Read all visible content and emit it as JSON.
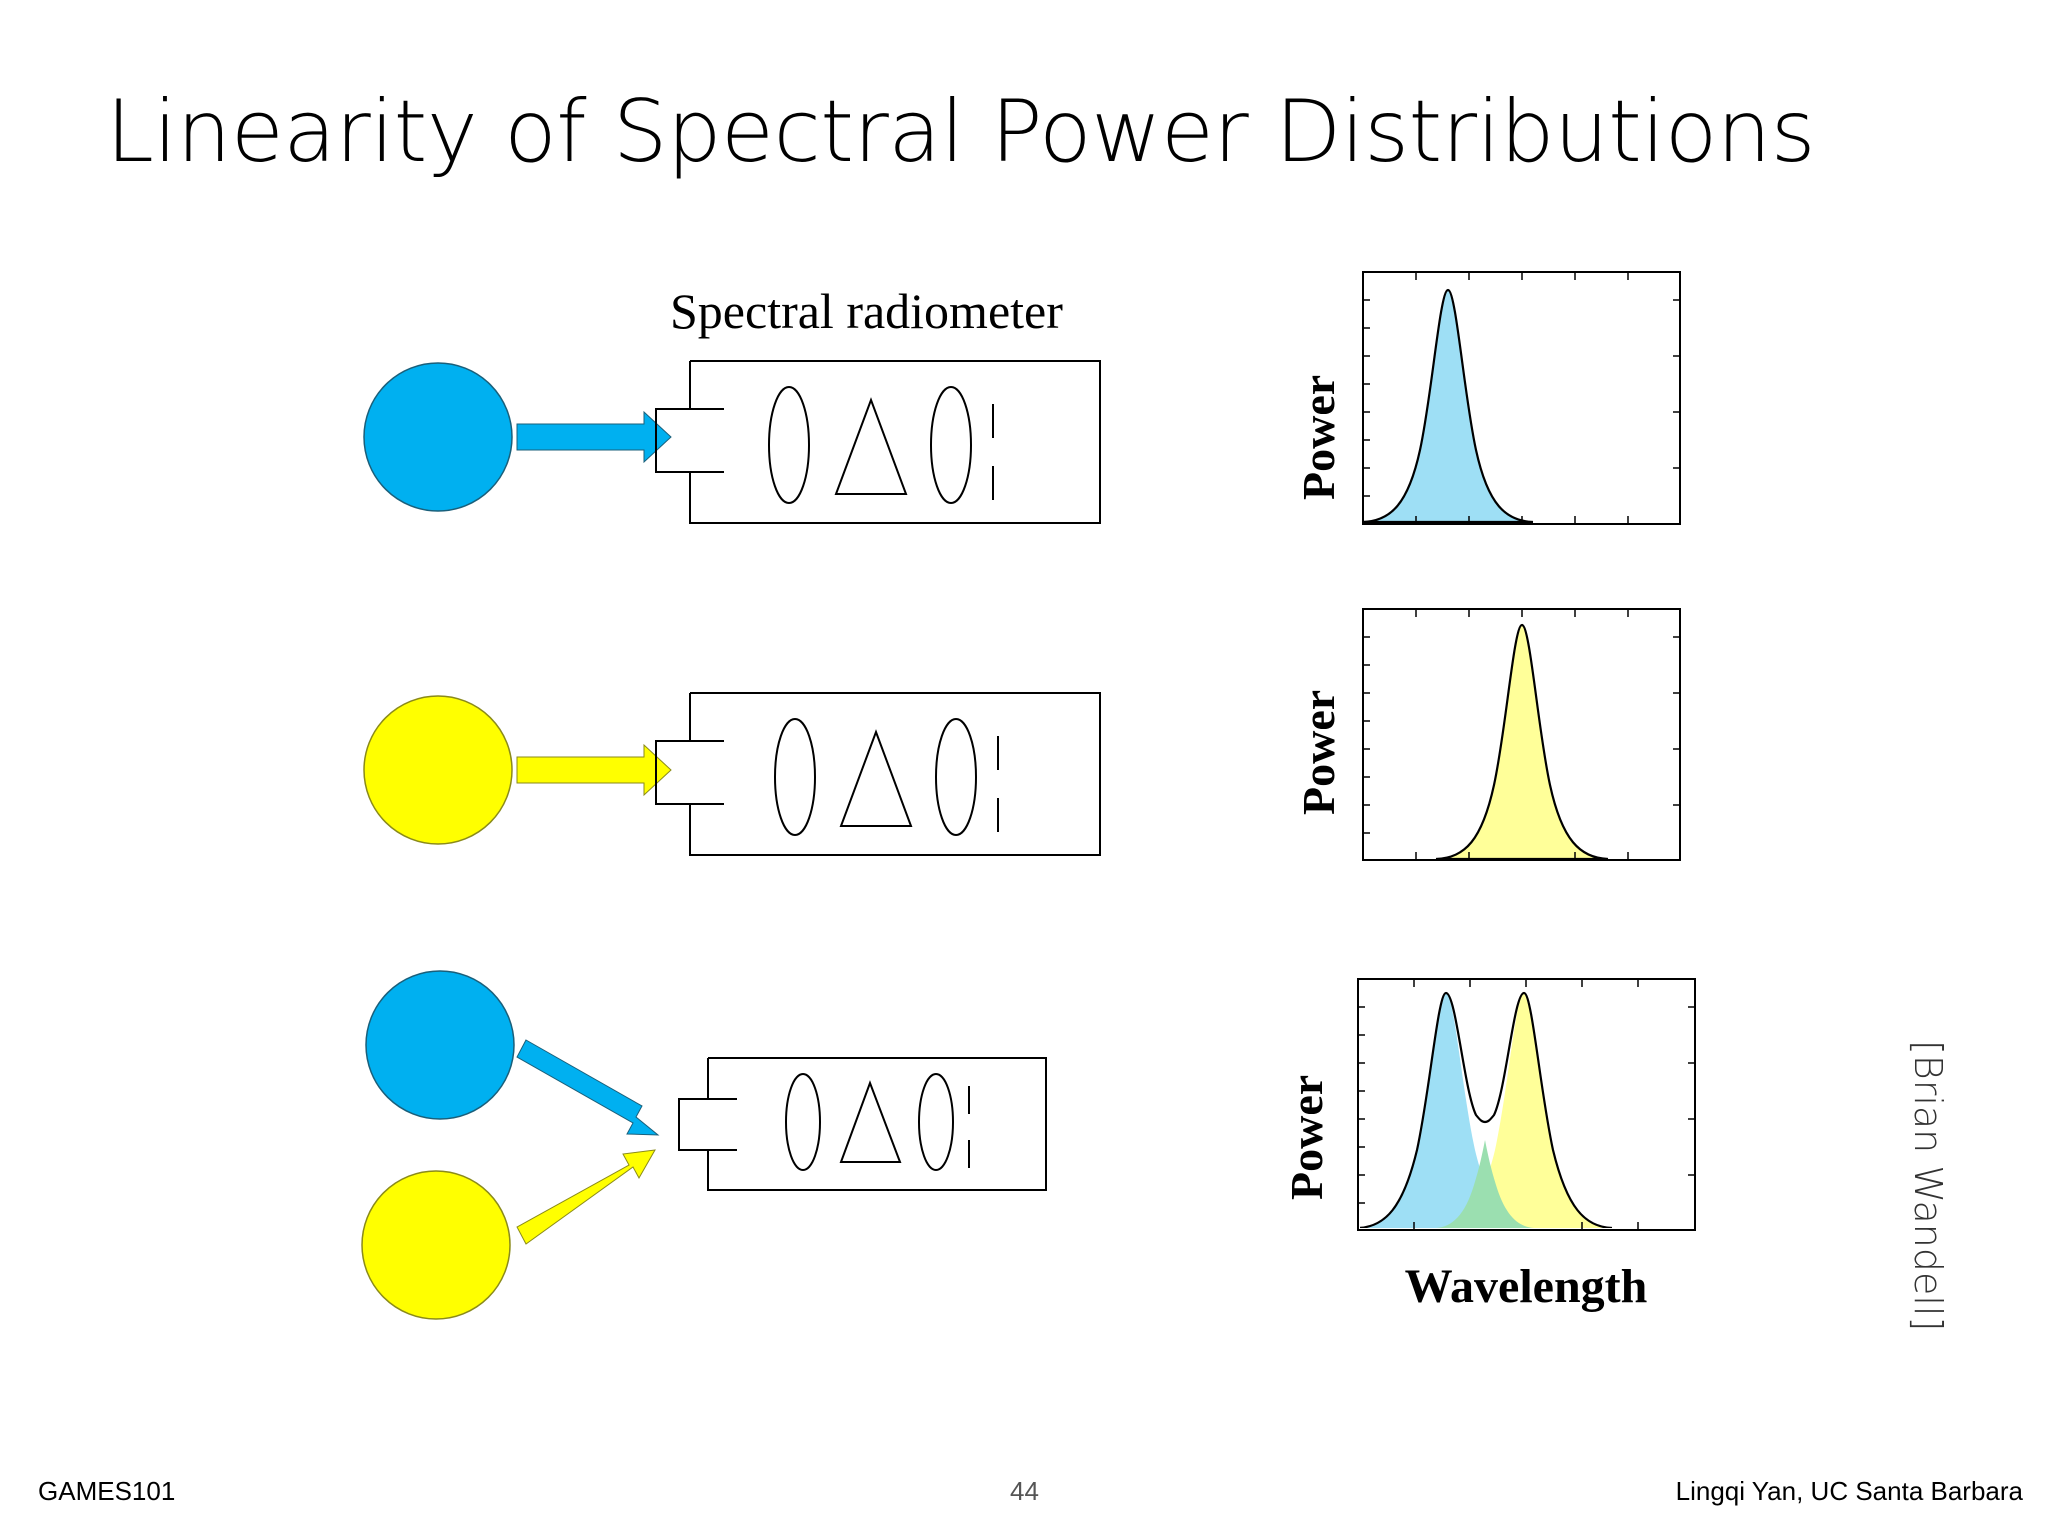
{
  "slide": {
    "title": "Linearity of Spectral Power Distributions",
    "credit": "[Brian Wandell]"
  },
  "diagram": {
    "radiometer_label": "Spectral radiometer",
    "power_label": "Power",
    "wavelength_label": "Wavelength"
  },
  "colors": {
    "blue_light": "#00B0F0",
    "yellow_light": "#FFFF00",
    "blue_fill": "#9EDFF5",
    "yellow_fill": "#FFFF99",
    "mix_fill": "#9BDFB0"
  },
  "footer": {
    "course": "GAMES101",
    "page_number": "44",
    "author": "Lingqi Yan, UC Santa Barbara"
  }
}
